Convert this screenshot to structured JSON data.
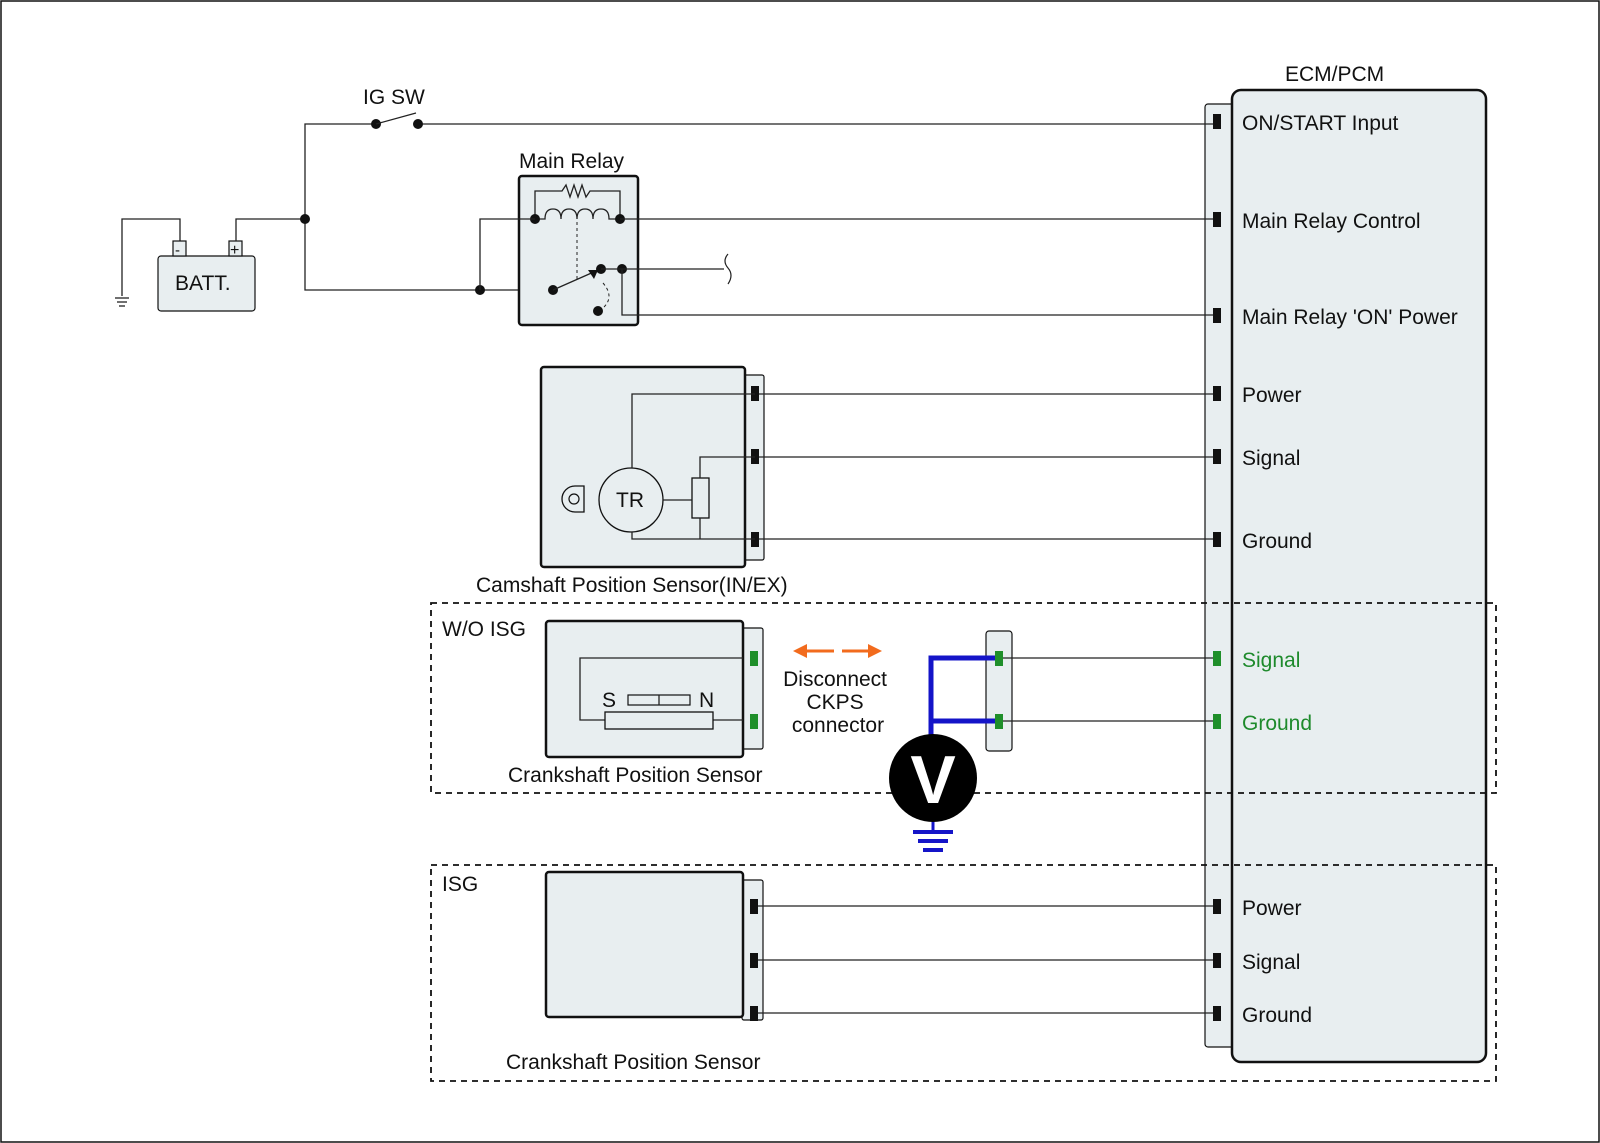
{
  "ecm": {
    "title": "ECM/PCM"
  },
  "ig_switch": {
    "label": "IG SW"
  },
  "battery": {
    "label": "BATT.",
    "neg": "-",
    "pos": "+"
  },
  "main_relay": {
    "label": "Main Relay"
  },
  "ecm_pins": {
    "on_start": "ON/START Input",
    "relay_control": "Main Relay Control",
    "relay_on_power": "Main Relay 'ON' Power",
    "cmp_power": "Power",
    "cmp_signal": "Signal",
    "cmp_ground": "Ground",
    "wo_signal": "Signal",
    "wo_ground": "Ground",
    "isg_power": "Power",
    "isg_signal": "Signal",
    "isg_ground": "Ground"
  },
  "camshaft": {
    "label": "Camshaft Position Sensor(IN/EX)",
    "tr": "TR"
  },
  "wo_isg": {
    "box_label": "W/O ISG",
    "sensor_label": "Crankshaft Position Sensor",
    "s": "S",
    "n": "N",
    "instruction": [
      "Disconnect",
      "CKPS",
      "connector"
    ],
    "meter": "V"
  },
  "isg": {
    "box_label": "ISG",
    "sensor_label": "Crankshaft Position Sensor"
  },
  "colors": {
    "highlight_text": "#1e8a2c",
    "probe_wire": "#1414c8",
    "disconnect_arrows": "#f26b1d"
  }
}
